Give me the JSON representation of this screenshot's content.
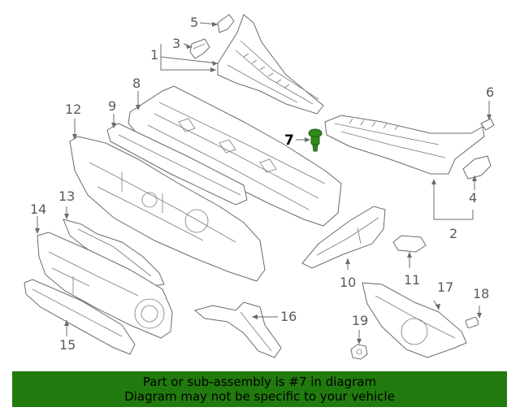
{
  "callouts": [
    {
      "id": "1",
      "text": "1"
    },
    {
      "id": "2",
      "text": "2"
    },
    {
      "id": "3",
      "text": "3"
    },
    {
      "id": "4",
      "text": "4"
    },
    {
      "id": "5",
      "text": "5"
    },
    {
      "id": "6",
      "text": "6"
    },
    {
      "id": "7",
      "text": "7"
    },
    {
      "id": "8",
      "text": "8"
    },
    {
      "id": "9",
      "text": "9"
    },
    {
      "id": "10",
      "text": "10"
    },
    {
      "id": "11",
      "text": "11"
    },
    {
      "id": "12",
      "text": "12"
    },
    {
      "id": "13",
      "text": "13"
    },
    {
      "id": "14",
      "text": "14"
    },
    {
      "id": "15",
      "text": "15"
    },
    {
      "id": "16",
      "text": "16"
    },
    {
      "id": "17",
      "text": "17"
    },
    {
      "id": "18",
      "text": "18"
    },
    {
      "id": "19",
      "text": "19"
    }
  ],
  "highlight_part": "7",
  "colors": {
    "banner_bg": "#217a0d",
    "highlight_part": "#2f8a1a",
    "line": "#6b6b6b"
  },
  "banner": {
    "line1": "Part or sub-assembly is #7 in diagram",
    "line2": "Diagram may not be specific to your vehicle"
  }
}
